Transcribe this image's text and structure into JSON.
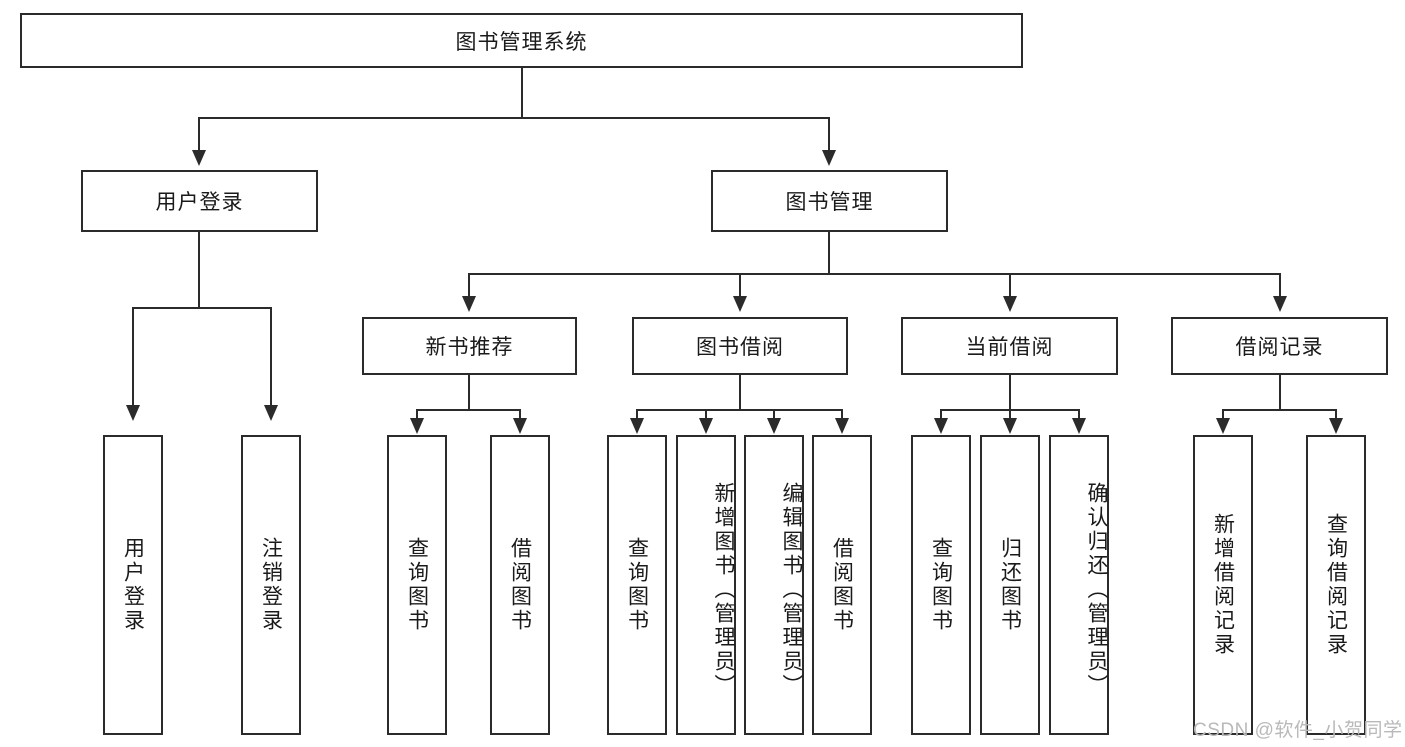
{
  "diagram": {
    "title": "图书管理系统",
    "type": "tree-hierarchy-diagram",
    "colors": {
      "stroke": "#2b2b2b",
      "fill": "#ffffff",
      "text": "#1a1a1a",
      "watermark": "#b9b9b9"
    },
    "root": {
      "label": "图书管理系统"
    },
    "level2": [
      {
        "label": "用户登录"
      },
      {
        "label": "图书管理"
      }
    ],
    "level3": [
      {
        "label": "新书推荐"
      },
      {
        "label": "图书借阅"
      },
      {
        "label": "当前借阅"
      },
      {
        "label": "借阅记录"
      }
    ],
    "leaves": {
      "user_login": [
        {
          "label": "用户登录"
        },
        {
          "label": "注销登录"
        }
      ],
      "new_book_recommend": [
        {
          "label": "查询图书"
        },
        {
          "label": "借阅图书"
        }
      ],
      "book_borrow": [
        {
          "label": "查询图书"
        },
        {
          "label": "新增图书（管理员）"
        },
        {
          "label": "编辑图书（管理员）"
        },
        {
          "label": "借阅图书"
        }
      ],
      "current_borrow": [
        {
          "label": "查询图书"
        },
        {
          "label": "归还图书"
        },
        {
          "label": "确认归还（管理员）"
        }
      ],
      "borrow_record": [
        {
          "label": "新增借阅记录"
        },
        {
          "label": "查询借阅记录"
        }
      ]
    }
  },
  "watermark": {
    "text": "CSDN @软件_小贺同学"
  }
}
